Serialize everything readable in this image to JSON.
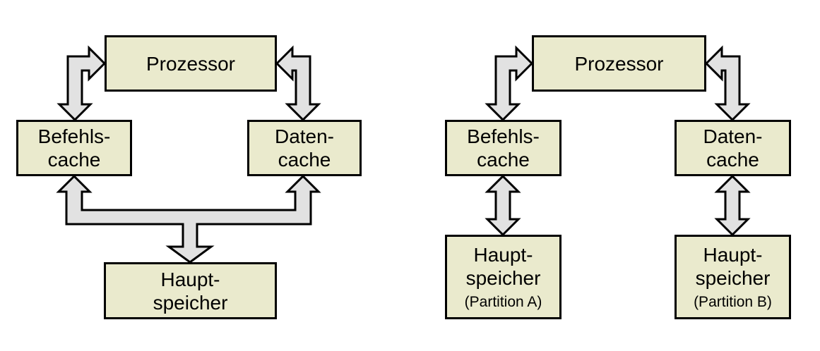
{
  "colors": {
    "box_fill": "#eaeacd",
    "arrow_fill": "#e2e2e2",
    "line_color": "#000000",
    "text_color": "#000000",
    "page_bg": "#ffffff"
  },
  "diagrams": [
    {
      "id": "shared-main-memory",
      "nodes": {
        "prozessor": {
          "label": "Prozessor"
        },
        "befehls_cache": {
          "label": "Befehls-\ncache"
        },
        "daten_cache": {
          "label": "Daten-\ncache"
        },
        "hauptspeicher": {
          "label": "Haupt-\nspeicher"
        }
      },
      "edges": [
        {
          "from": "prozessor",
          "to": "befehls_cache",
          "type": "bidirectional"
        },
        {
          "from": "prozessor",
          "to": "daten_cache",
          "type": "bidirectional"
        },
        {
          "from": "hauptspeicher",
          "to": [
            "befehls_cache",
            "daten_cache"
          ],
          "type": "bidirectional-branching"
        }
      ]
    },
    {
      "id": "partitioned-main-memory",
      "nodes": {
        "prozessor": {
          "label": "Prozessor"
        },
        "befehls_cache": {
          "label": "Befehls-\ncache"
        },
        "daten_cache": {
          "label": "Daten-\ncache"
        },
        "hauptspeicher_partition_a": {
          "label": "Haupt-\nspeicher",
          "sublabel": "(Partition A)"
        },
        "hauptspeicher_partition_b": {
          "label": "Haupt-\nspeicher",
          "sublabel": "(Partition B)"
        }
      },
      "edges": [
        {
          "from": "prozessor",
          "to": "befehls_cache",
          "type": "bidirectional"
        },
        {
          "from": "prozessor",
          "to": "daten_cache",
          "type": "bidirectional"
        },
        {
          "from": "befehls_cache",
          "to": "hauptspeicher_partition_a",
          "type": "bidirectional"
        },
        {
          "from": "daten_cache",
          "to": "hauptspeicher_partition_b",
          "type": "bidirectional"
        }
      ]
    }
  ]
}
